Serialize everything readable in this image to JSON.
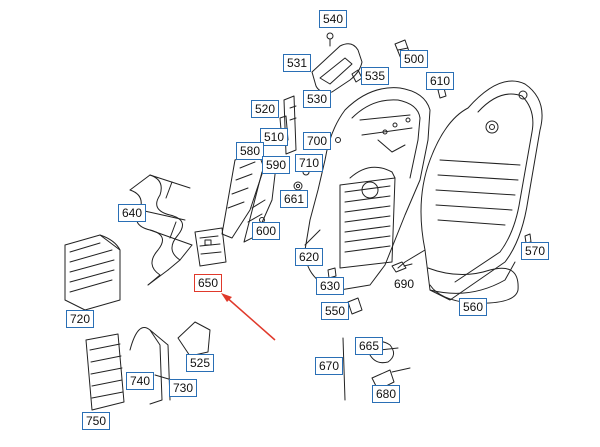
{
  "diagram": {
    "highlight_color": "#e0392b",
    "callout_color": "#2a6fb5",
    "parts": {
      "p540": "540",
      "p531": "531",
      "p535": "535",
      "p500": "500",
      "p610": "610",
      "p530": "530",
      "p520": "520",
      "p510": "510",
      "p700": "700",
      "p580": "580",
      "p590": "590",
      "p710": "710",
      "p661": "661",
      "p640": "640",
      "p600": "600",
      "p620": "620",
      "p570": "570",
      "p650": "650",
      "p630": "630",
      "p690": "690",
      "p720": "720",
      "p550": "550",
      "p560": "560",
      "p525": "525",
      "p665": "665",
      "p740": "740",
      "p730": "730",
      "p670": "670",
      "p680": "680",
      "p750": "750"
    }
  }
}
